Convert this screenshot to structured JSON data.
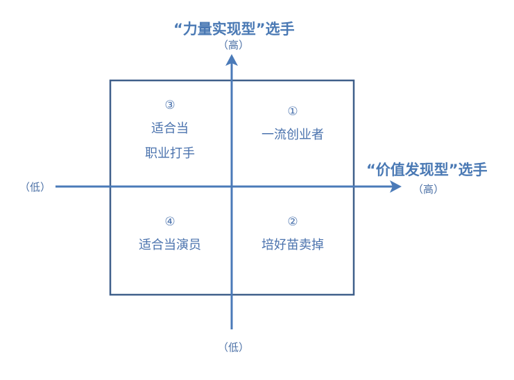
{
  "diagram": {
    "type": "quadrant-matrix",
    "colors": {
      "box_border": "#3f5f8a",
      "axis": "#4a7ab8",
      "text": "#4a72ad",
      "title": "#4a79b4"
    },
    "y_axis": {
      "title": "“力量实现型”选手",
      "high_label": "（高）",
      "low_label": "（低）"
    },
    "x_axis": {
      "title": "“价值发现型”选手",
      "high_label": "（高）",
      "low_label": "（低）"
    },
    "quadrants": [
      {
        "position": "top-right",
        "number": "①",
        "lines": [
          "一流创业者"
        ]
      },
      {
        "position": "bottom-right",
        "number": "②",
        "lines": [
          "培好苗卖掉"
        ]
      },
      {
        "position": "top-left",
        "number": "③",
        "lines": [
          "适合当",
          "职业打手"
        ]
      },
      {
        "position": "bottom-left",
        "number": "④",
        "lines": [
          "适合当演员"
        ]
      }
    ]
  }
}
